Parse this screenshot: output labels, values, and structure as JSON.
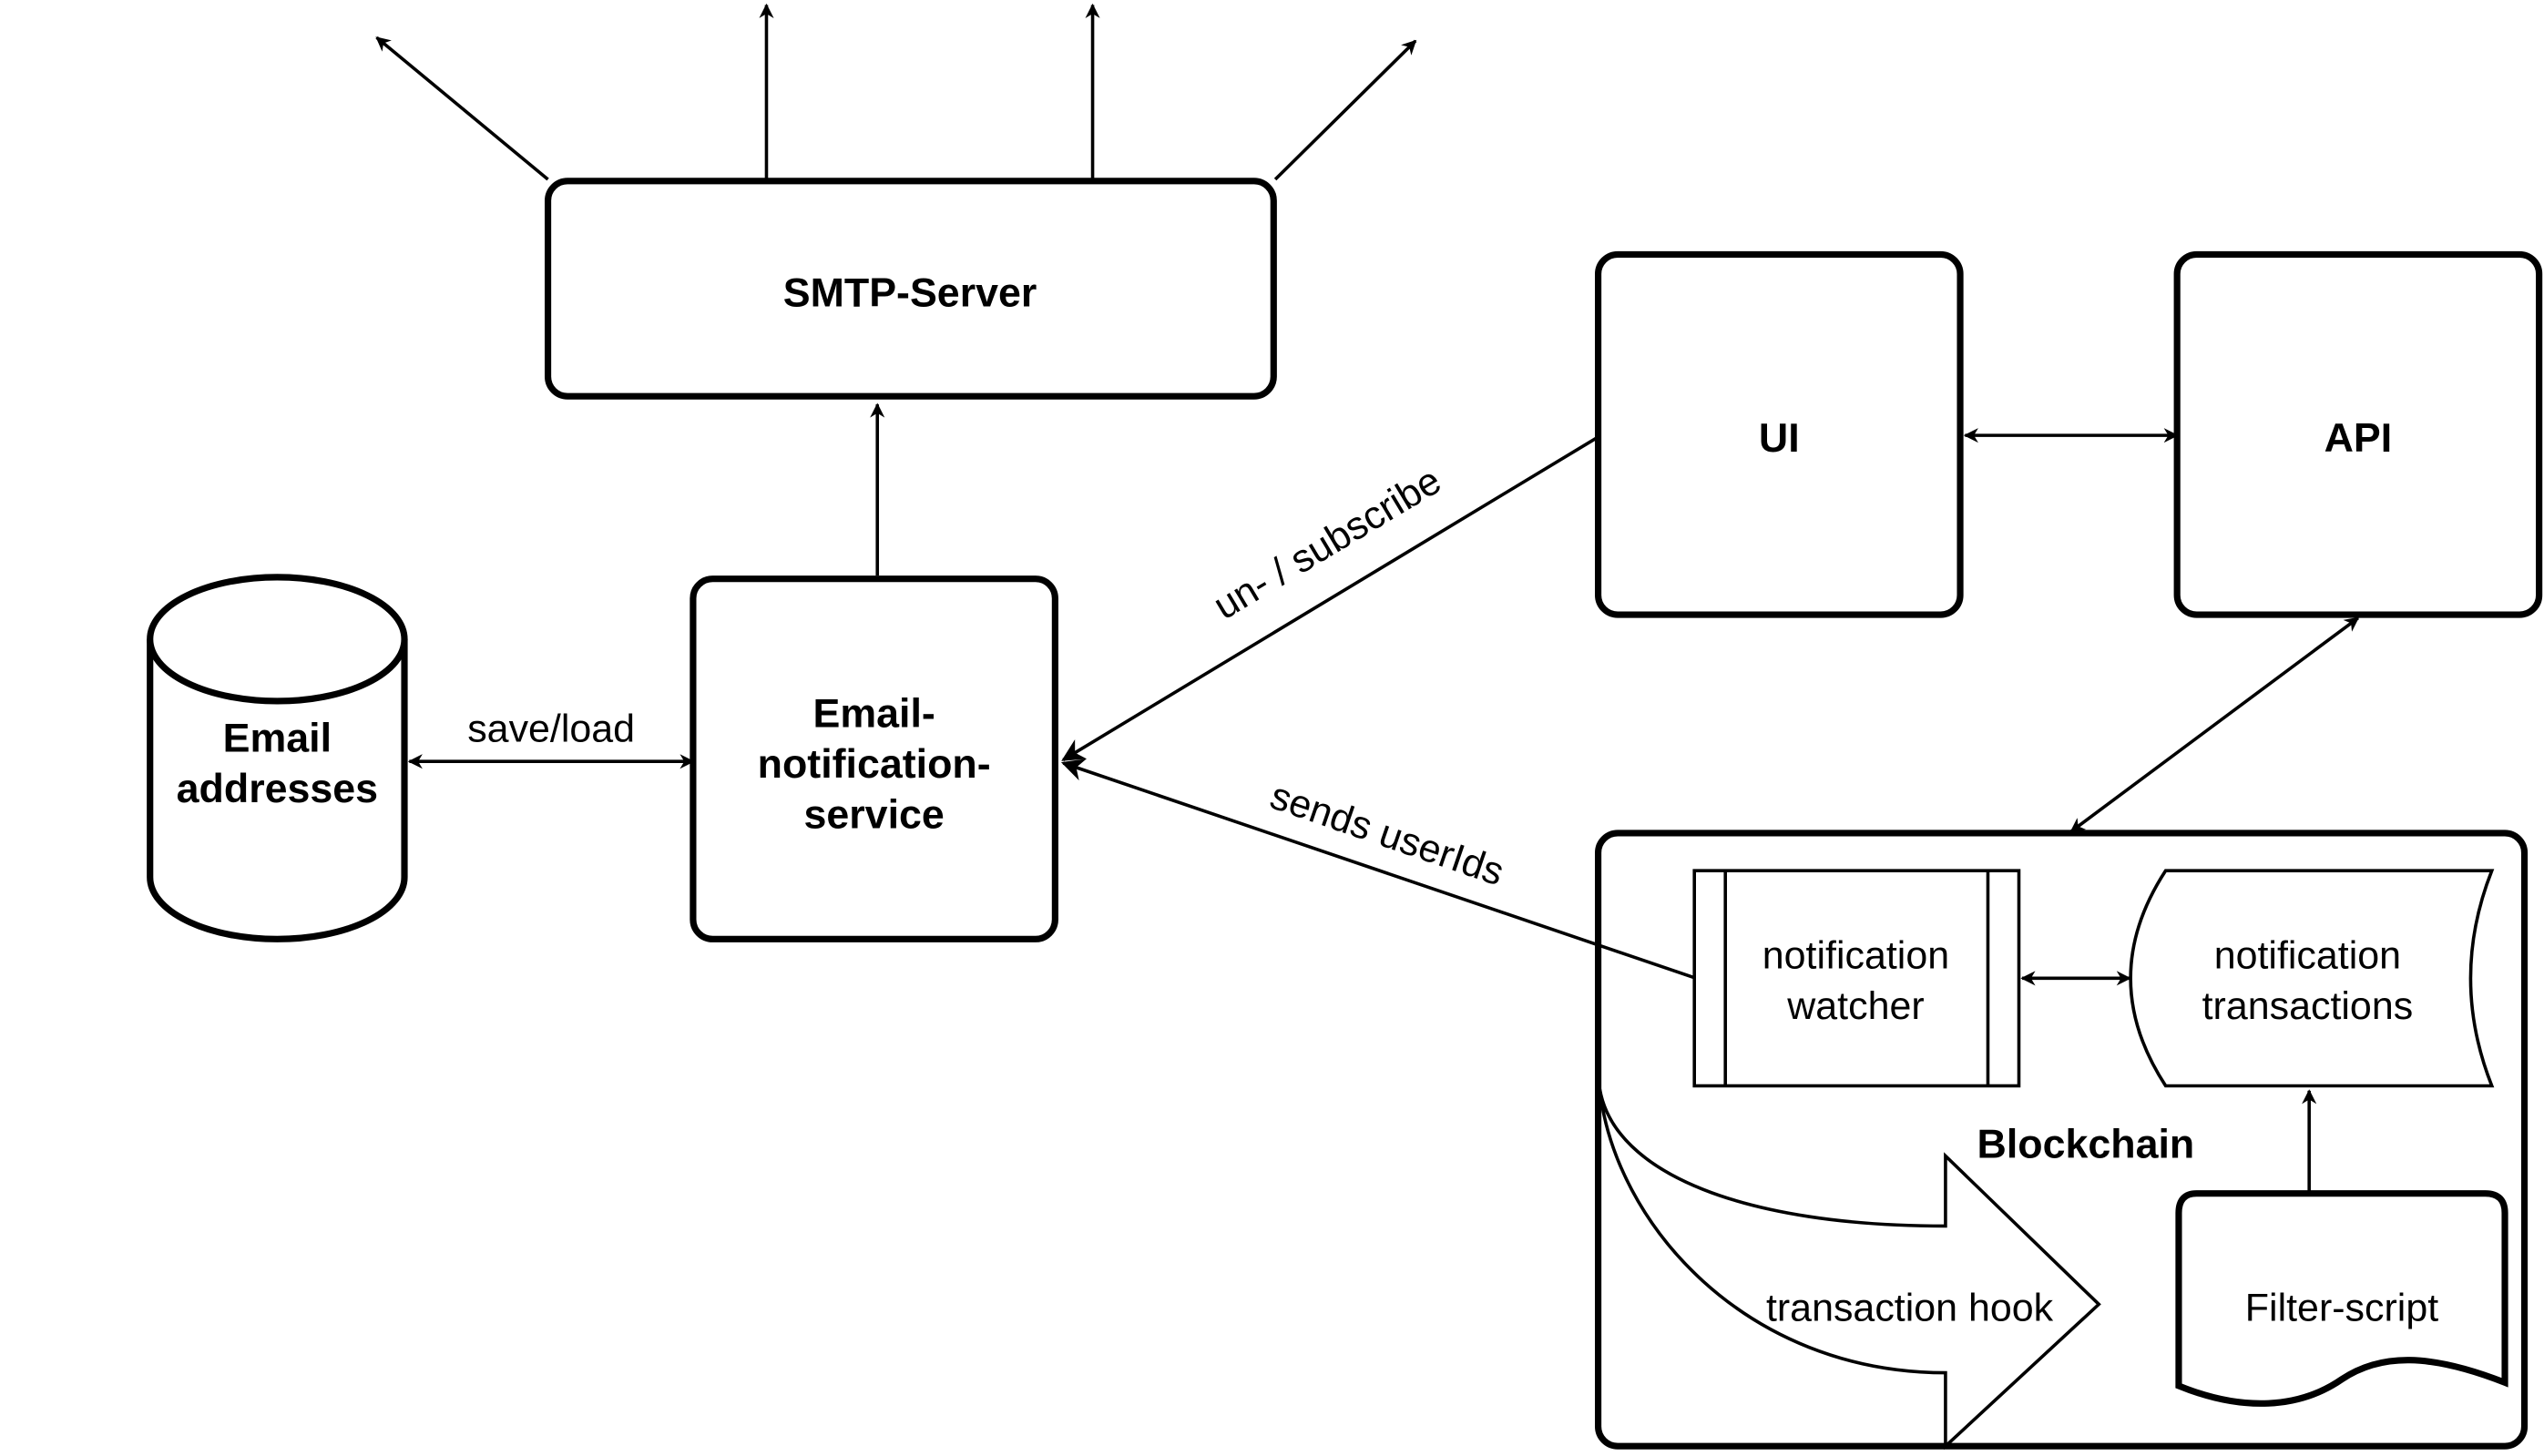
{
  "nodes": {
    "smtp_server": "SMTP-Server",
    "ui": "UI",
    "api": "API",
    "email_addresses": [
      "Email",
      "addresses"
    ],
    "email_service": [
      "Email-",
      "notification-",
      "service"
    ],
    "blockchain": "Blockchain",
    "notification_watcher": [
      "notification",
      "watcher"
    ],
    "notification_transactions": [
      "notification",
      "transactions"
    ],
    "transaction_hook": "transaction hook",
    "filter_script": "Filter-script"
  },
  "edges": {
    "save_load": "save/load",
    "subscribe": "un- / subscribe",
    "sends_userids": "sends userIds"
  },
  "colors": {
    "stroke": "#000000",
    "fill": "#ffffff"
  }
}
